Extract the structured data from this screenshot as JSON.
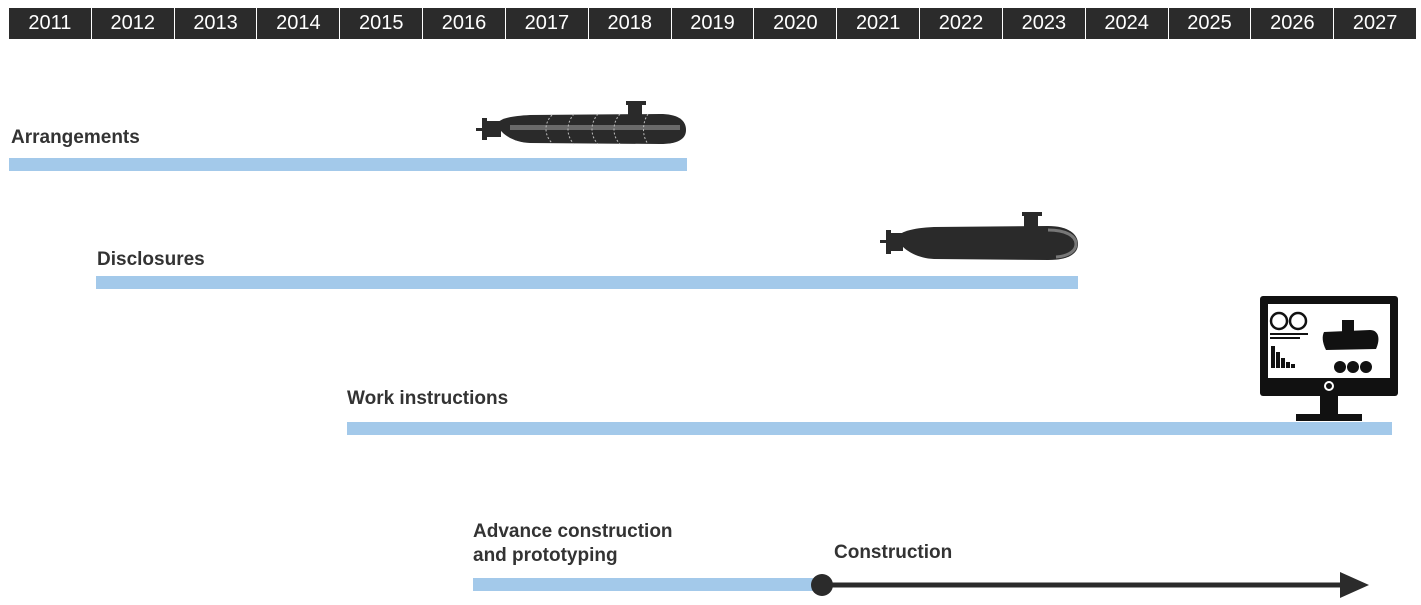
{
  "timeline": {
    "years": [
      "2011",
      "2012",
      "2013",
      "2014",
      "2015",
      "2016",
      "2017",
      "2018",
      "2019",
      "2020",
      "2021",
      "2022",
      "2023",
      "2024",
      "2025",
      "2026",
      "2027"
    ]
  },
  "phases": {
    "arrangements": {
      "label": "Arrangements"
    },
    "disclosures": {
      "label": "Disclosures"
    },
    "work_instructions": {
      "label": "Work instructions"
    },
    "advance_construction": {
      "line1": "Advance construction",
      "line2": "and prototyping"
    },
    "construction": {
      "label": "Construction"
    }
  },
  "icons": {
    "submarine_sections": "submarine-sections-icon",
    "submarine": "submarine-icon",
    "monitor": "monitor-dashboard-icon"
  },
  "colors": {
    "header_bg": "#2b2b2b",
    "bar": "#a3c9ea",
    "arrow": "#2b2b2b",
    "label": "#333333",
    "submarine": "#2a2a2a"
  }
}
